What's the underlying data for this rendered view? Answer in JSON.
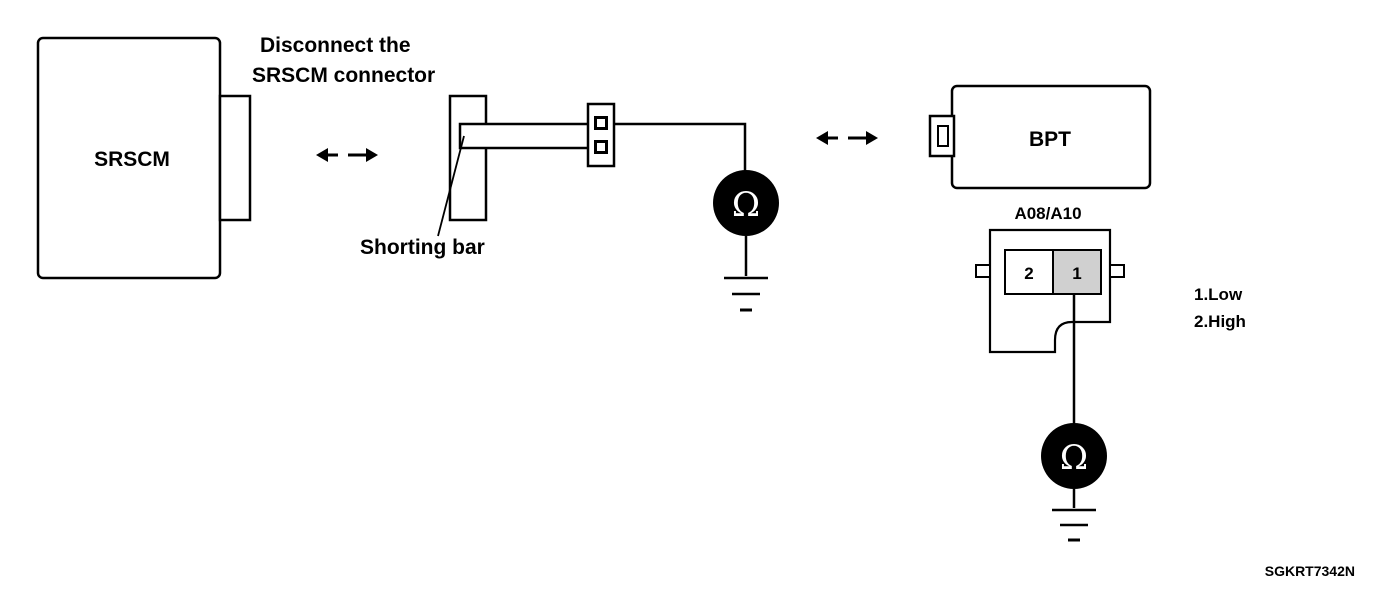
{
  "labels": {
    "srscm": "SRSCM",
    "instruction_line1": "Disconnect the",
    "instruction_line2": "SRSCM connector",
    "shorting_bar": "Shorting bar",
    "bpt": "BPT",
    "connector_id": "A08/A10",
    "pin_2": "2",
    "pin_1": "1",
    "legend_1": "1.Low",
    "legend_2": "2.High",
    "figure_code": "SGKRT7342N"
  },
  "icons": {
    "ohmmeter": "Ω",
    "ground": "ground-symbol",
    "arrows": "double-arrow"
  },
  "colors": {
    "line": "#000000",
    "meter_fill": "#000000",
    "pin_highlight": "#d0d0d0"
  }
}
